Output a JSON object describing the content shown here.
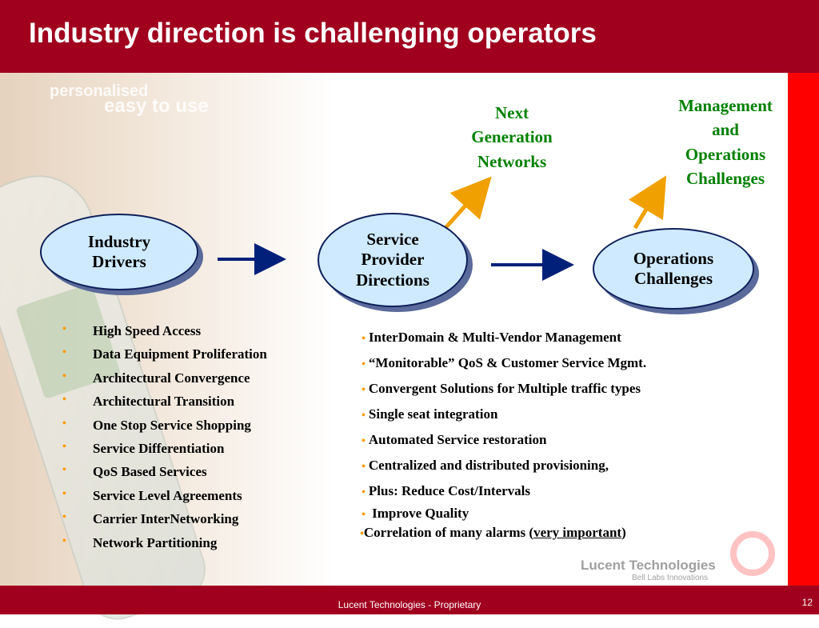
{
  "slide": {
    "title": "Industry direction is challenging operators",
    "footer": "Lucent Technologies - Proprietary",
    "page_number": "12",
    "colors": {
      "banner": "#a0001e",
      "accent_strip": "#ff0000",
      "bubble_fill": "#cfeaff",
      "green_text": "#008000",
      "bullet": "#ff9900",
      "arrow_orange": "#f0a000",
      "arrow_navy": "#00207a"
    }
  },
  "background": {
    "words": [
      "personalised",
      "easy to use"
    ]
  },
  "diagram": {
    "industry_drivers": {
      "line1": "Industry",
      "line2": "Drivers"
    },
    "service_provider": {
      "line1": "Service",
      "line2": "Provider",
      "line3": "Directions"
    },
    "operations": {
      "line1": "Operations",
      "line2": "Challenges"
    },
    "next_gen": {
      "line1": "Next",
      "line2": "Generation",
      "line3": "Networks"
    },
    "management": {
      "line1": "Management",
      "line2": "and",
      "line3": "Operations",
      "line4": "Challenges"
    }
  },
  "industry_bullets": [
    "High Speed Access",
    "Data Equipment Proliferation",
    "Architectural Convergence",
    "Architectural Transition",
    "One Stop Service Shopping",
    "Service Differentiation",
    "QoS Based Services",
    "Service Level Agreements",
    "Carrier InterNetworking",
    "Network Partitioning"
  ],
  "operations_bullets": [
    "InterDomain &  Multi-Vendor Management",
    "“Monitorable” QoS & Customer Service Mgmt.",
    "Convergent Solutions for Multiple  traffic types",
    "Single seat integration",
    "Automated Service restoration",
    "Centralized and distributed provisioning,",
    "Plus:  Reduce Cost/Intervals",
    " Improve Quality"
  ],
  "last_bullet": {
    "text": "Correlation of many alarms (",
    "emphasis": "very important",
    "close": ")"
  },
  "logo": {
    "name": "Lucent Technologies",
    "tagline": "Bell Labs Innovations"
  }
}
